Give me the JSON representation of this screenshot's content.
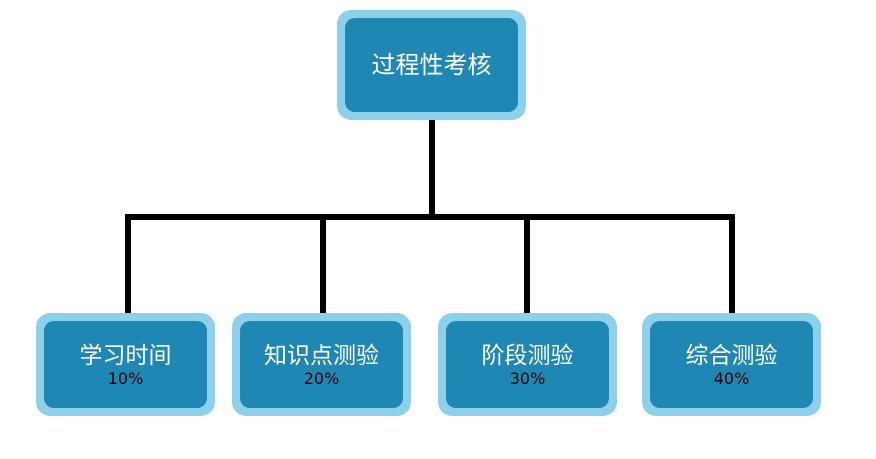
{
  "root": {
    "label": "过程性考核"
  },
  "children": [
    {
      "label": "学习时间",
      "weight": "10%"
    },
    {
      "label": "知识点测验",
      "weight": "20%"
    },
    {
      "label": "阶段测验",
      "weight": "30%"
    },
    {
      "label": "综合测验",
      "weight": "40%"
    }
  ],
  "colors": {
    "box_outer": "#8dd0ec",
    "box_inner": "#1f87b4",
    "connector": "#000000",
    "label_text": "#ffffff",
    "weight_text": "#000000"
  }
}
